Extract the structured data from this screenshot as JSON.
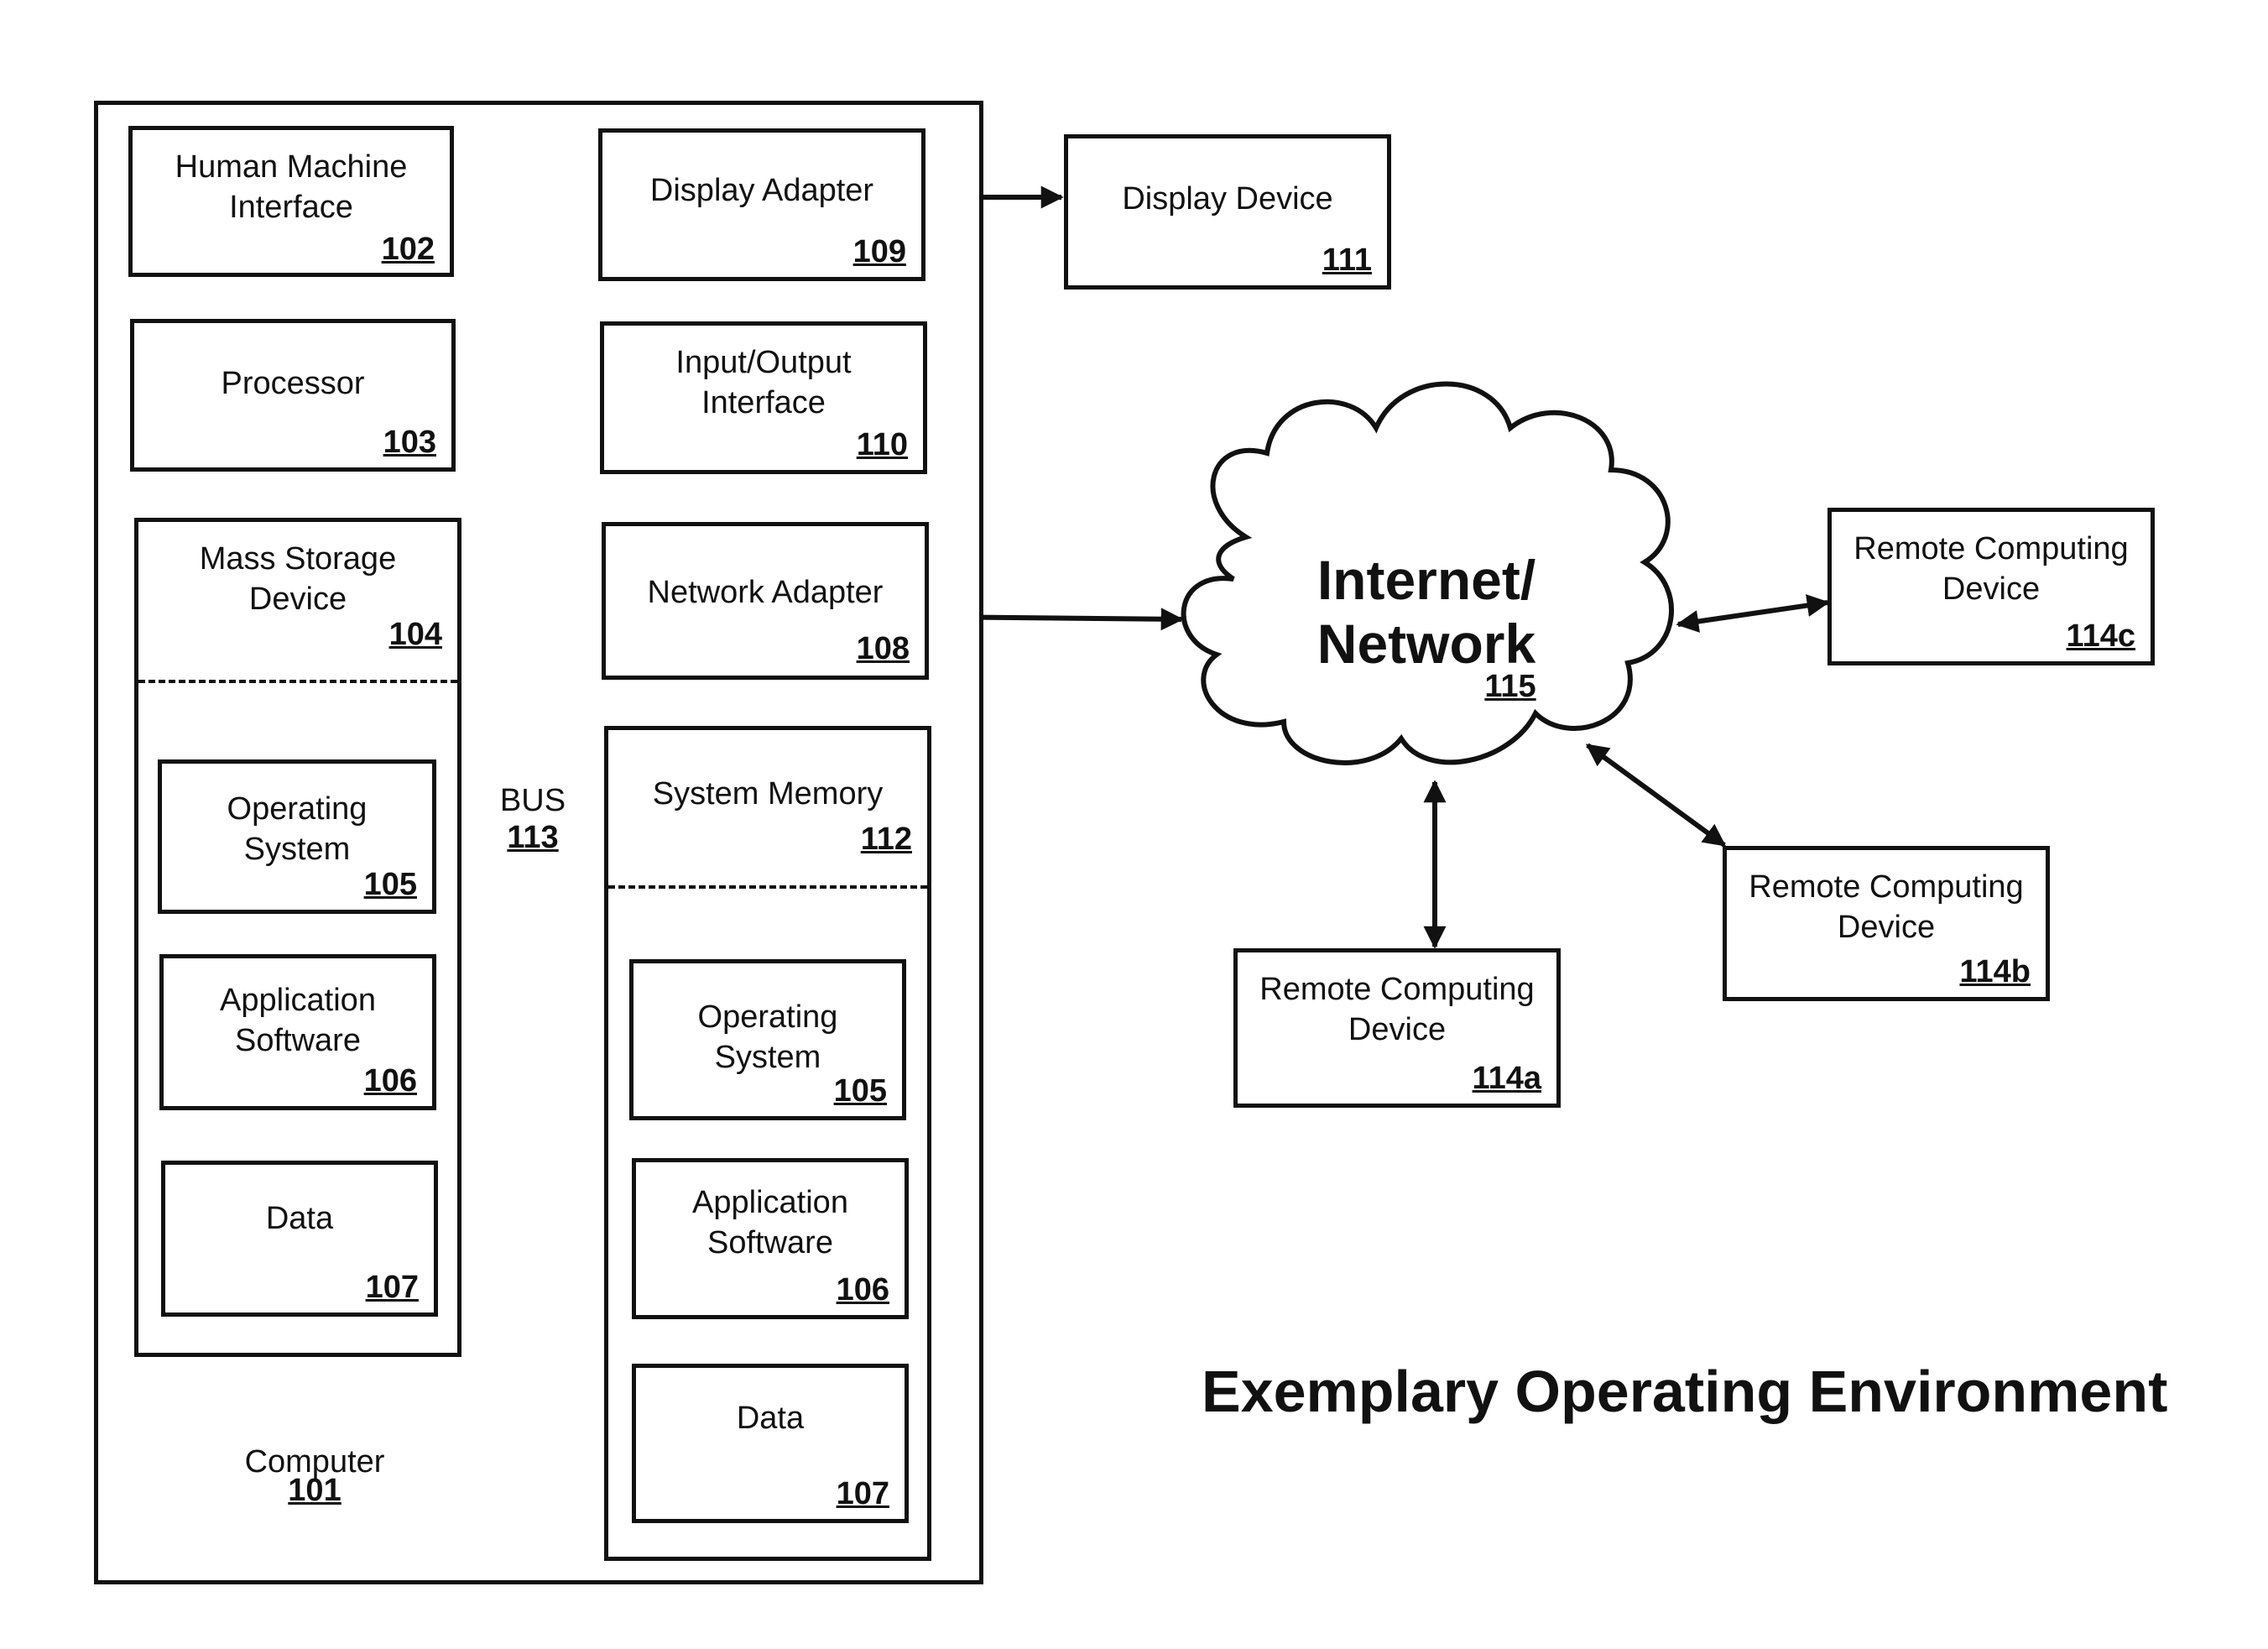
{
  "computer": {
    "label": "Computer",
    "ref": "101"
  },
  "bus": {
    "label": "BUS",
    "ref": "113"
  },
  "hmi": {
    "label": "Human Machine\nInterface",
    "ref": "102"
  },
  "processor": {
    "label": "Processor",
    "ref": "103"
  },
  "mass_storage": {
    "label": "Mass Storage\nDevice",
    "ref": "104"
  },
  "ms_os": {
    "label": "Operating\nSystem",
    "ref": "105"
  },
  "ms_app": {
    "label": "Application\nSoftware",
    "ref": "106"
  },
  "ms_data": {
    "label": "Data",
    "ref": "107"
  },
  "display_adapter": {
    "label": "Display Adapter",
    "ref": "109"
  },
  "io_interface": {
    "label": "Input/Output\nInterface",
    "ref": "110"
  },
  "network_adapter": {
    "label": "Network Adapter",
    "ref": "108"
  },
  "system_memory": {
    "label": "System Memory",
    "ref": "112"
  },
  "sm_os": {
    "label": "Operating\nSystem",
    "ref": "105"
  },
  "sm_app": {
    "label": "Application\nSoftware",
    "ref": "106"
  },
  "sm_data": {
    "label": "Data",
    "ref": "107"
  },
  "display_device": {
    "label": "Display Device",
    "ref": "111"
  },
  "network": {
    "label": "Internet/\nNetwork",
    "ref": "115"
  },
  "remote_a": {
    "label": "Remote Computing\nDevice",
    "ref": "114a"
  },
  "remote_b": {
    "label": "Remote Computing\nDevice",
    "ref": "114b"
  },
  "remote_c": {
    "label": "Remote Computing\nDevice",
    "ref": "114c"
  },
  "title": "Exemplary Operating Environment"
}
